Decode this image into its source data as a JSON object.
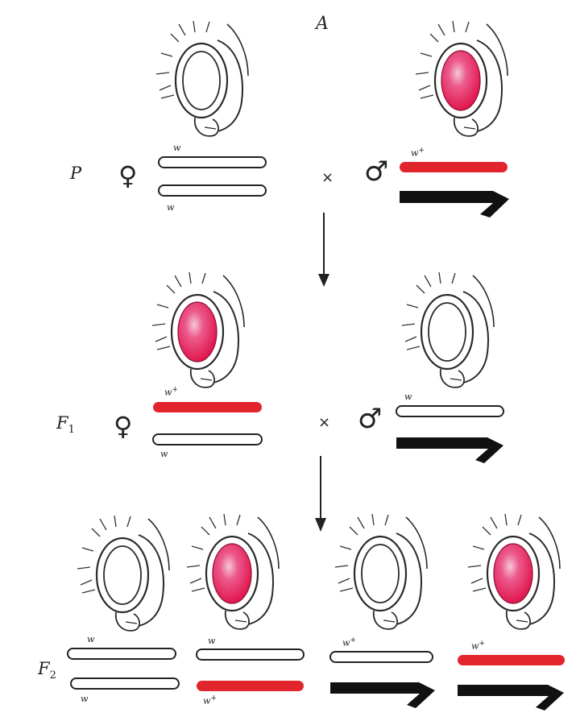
{
  "panel_label": "A",
  "generations": {
    "p": "P",
    "f1": "F1",
    "f2": "F2"
  },
  "symbols": {
    "female": "♀",
    "male": "♂",
    "cross": "×"
  },
  "alleles": {
    "mutant": "w",
    "wild": "w",
    "wild_sup": "+"
  },
  "colors": {
    "wild_type_chromosome": "#e2242d",
    "y_chromosome": "#111111",
    "red_eye": "#e8245c",
    "outline": "#2a2a2a"
  },
  "eyes": {
    "p_female": "white",
    "p_male": "red",
    "f1_female": "red",
    "f1_male": "white",
    "f2_1": "white",
    "f2_2": "red",
    "f2_3": "white",
    "f2_4": "red"
  }
}
